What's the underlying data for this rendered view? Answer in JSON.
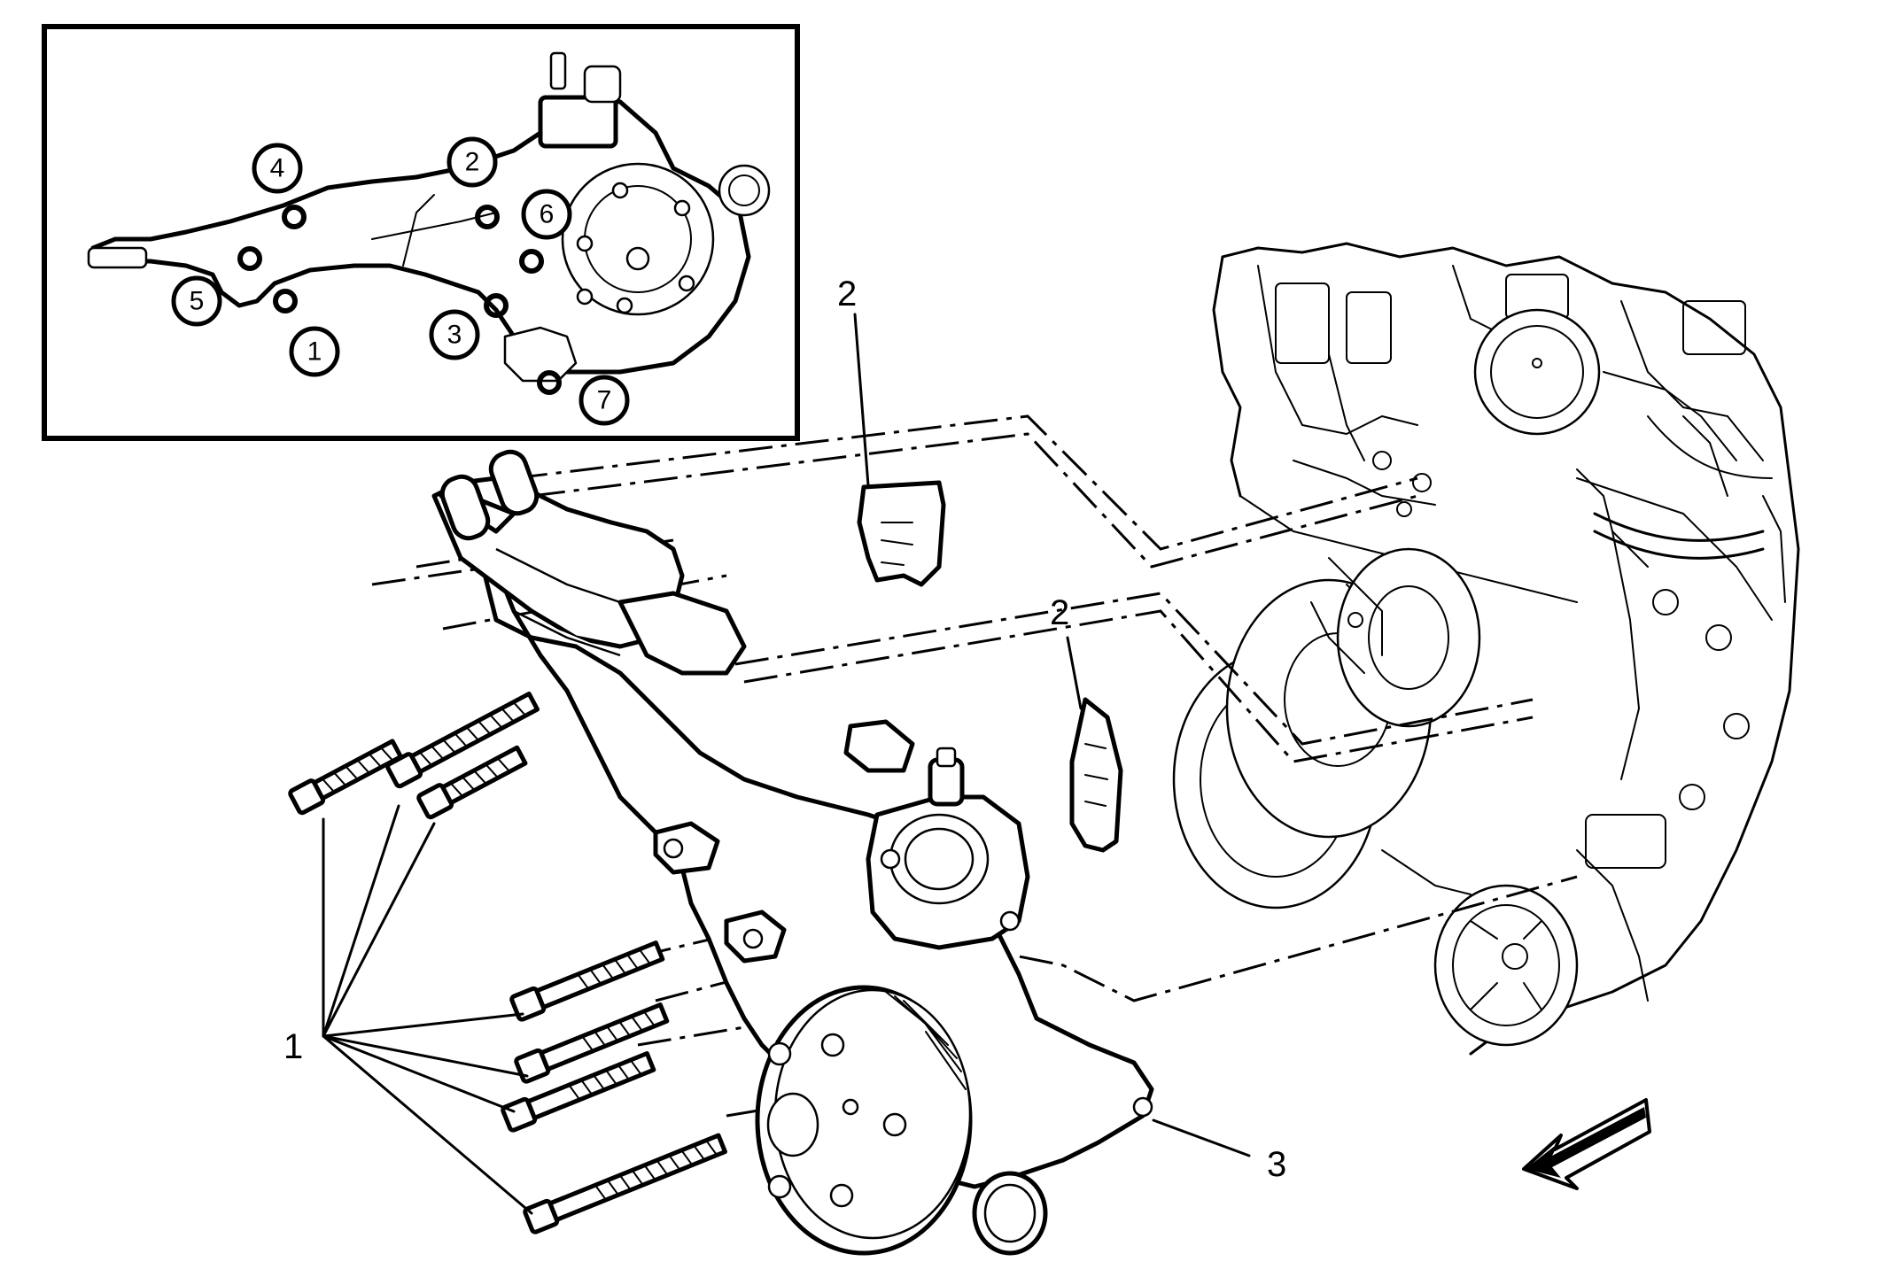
{
  "callouts": {
    "c1": "1",
    "c2a": "2",
    "c2b": "2",
    "c3": "3"
  },
  "inset": {
    "n1": "1",
    "n2": "2",
    "n3": "3",
    "n4": "4",
    "n5": "5",
    "n6": "6",
    "n7": "7"
  },
  "icons": {
    "direction_arrow": "front-direction-arrow-icon"
  }
}
